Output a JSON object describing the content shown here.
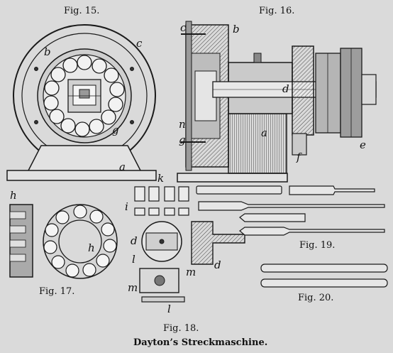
{
  "figures": {
    "fig15": "Fig. 15.",
    "fig16": "Fig. 16.",
    "fig17": "Fig. 17.",
    "fig18": "Fig. 18.",
    "fig19": "Fig. 19.",
    "fig20": "Fig. 20."
  },
  "caption": "Dayton’s Streckmaschine.",
  "letters": {
    "f15_b": "b",
    "f15_c": "c",
    "f15_g": "g",
    "f15_a": "a",
    "f16_c": "c",
    "f16_b": "b",
    "f16_d": "d",
    "f16_n": "n",
    "f16_g": "g",
    "f16_a": "a",
    "f16_f": "f",
    "f16_e": "e",
    "f17_h1": "h",
    "f17_h2": "h",
    "f18_k": "k",
    "f18_i": "i",
    "f18_d1": "d",
    "f18_d2": "d",
    "f18_l1": "l",
    "f18_m1": "m",
    "f18_m2": "m",
    "f18_l2": "l"
  },
  "colors": {
    "paper": "#dadada",
    "ink": "#1a1a1a",
    "hatch": "#555555"
  }
}
